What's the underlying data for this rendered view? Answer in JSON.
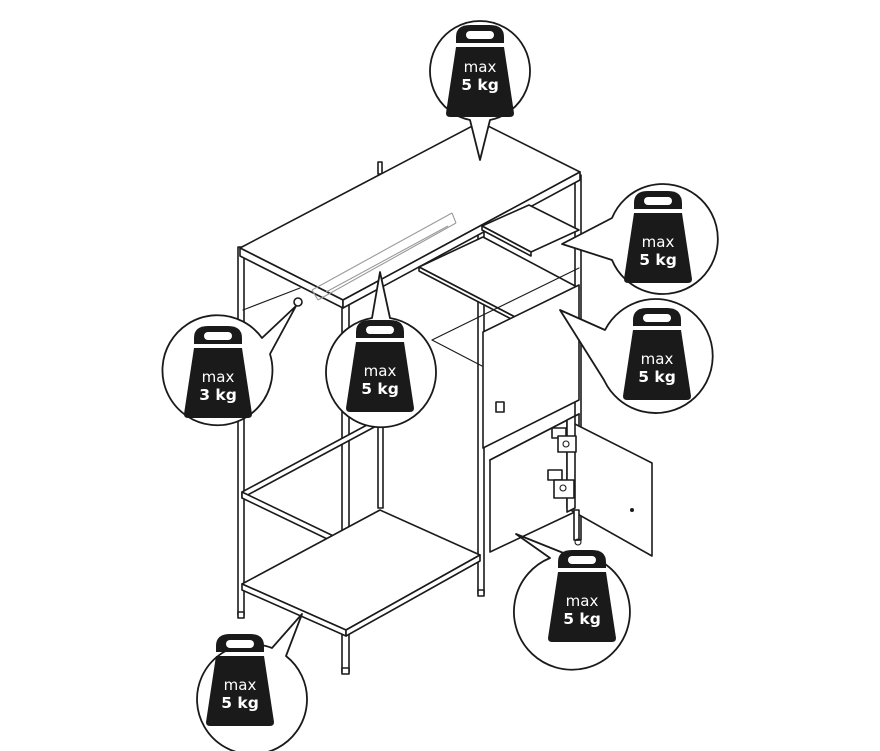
{
  "labels": {
    "top": {
      "prefix": "max",
      "value": "5 kg"
    },
    "upper_right": {
      "prefix": "max",
      "value": "5 kg"
    },
    "middle_right": {
      "prefix": "max",
      "value": "5 kg"
    },
    "hanging_rail": {
      "prefix": "max",
      "value": "5 kg"
    },
    "left_shelf": {
      "prefix": "max",
      "value": "3 kg"
    },
    "cabinet_floor": {
      "prefix": "max",
      "value": "5 kg"
    },
    "bottom_shelf": {
      "prefix": "max",
      "value": "5 kg"
    }
  }
}
